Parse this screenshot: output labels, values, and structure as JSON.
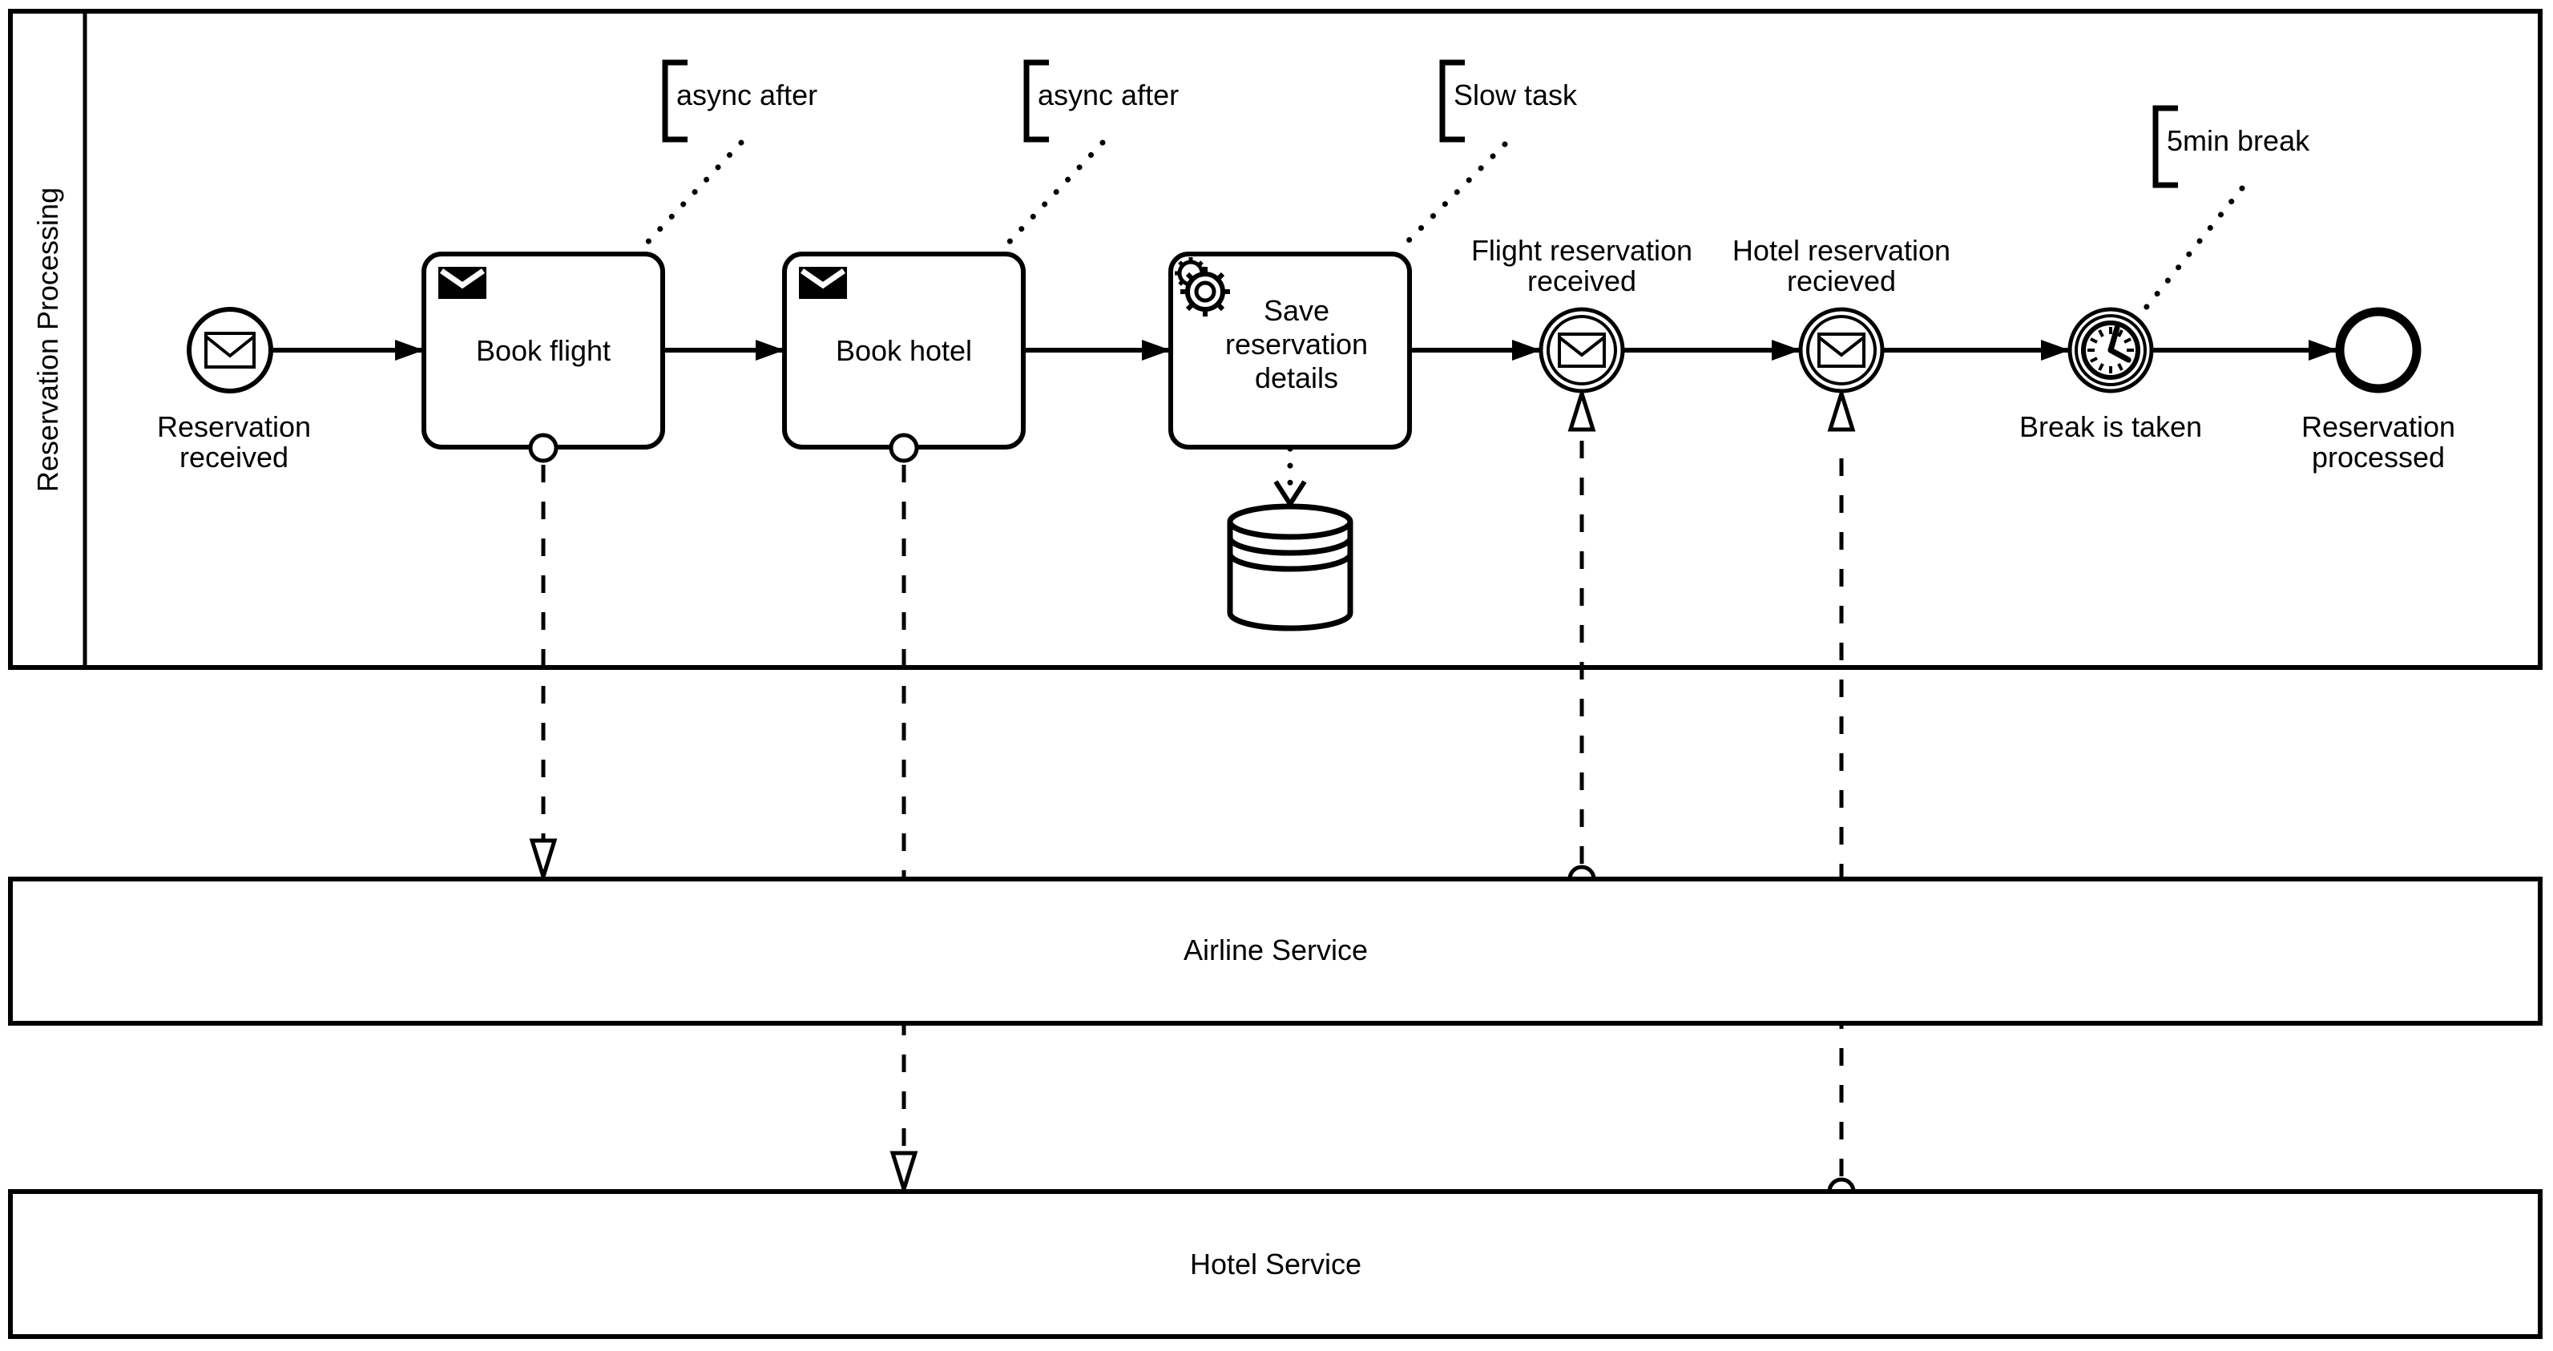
{
  "colors": {
    "stroke": "#000000",
    "fill": "#ffffff"
  },
  "pools": {
    "process": {
      "label": "Reservation Processing"
    },
    "airline": {
      "label": "Airline Service"
    },
    "hotel": {
      "label": "Hotel Service"
    }
  },
  "events": {
    "start": {
      "label_line1": "Reservation",
      "label_line2": "received",
      "icon": "message-envelope-icon"
    },
    "flight_received": {
      "label_line1": "Flight reservation",
      "label_line2": "received",
      "icon": "message-envelope-icon"
    },
    "hotel_received": {
      "label_line1": "Hotel reservation",
      "label_line2": "recieved",
      "icon": "message-envelope-icon"
    },
    "timer": {
      "label": "Break is taken",
      "icon": "timer-clock-icon"
    },
    "end": {
      "label_line1": "Reservation",
      "label_line2": "processed"
    }
  },
  "tasks": {
    "book_flight": {
      "label": "Book flight",
      "icon": "send-message-icon"
    },
    "book_hotel": {
      "label": "Book hotel",
      "icon": "send-message-icon"
    },
    "save_details": {
      "label_line1": "Save",
      "label_line2": "reservation",
      "label_line3": "details",
      "icon": "service-gears-icon"
    }
  },
  "annotations": {
    "async_after_1": {
      "text": "async after"
    },
    "async_after_2": {
      "text": "async after"
    },
    "slow_task": {
      "text": "Slow task"
    },
    "five_min_break": {
      "text": "5min break"
    }
  },
  "data_store": {
    "icon": "database-cylinder-icon"
  }
}
